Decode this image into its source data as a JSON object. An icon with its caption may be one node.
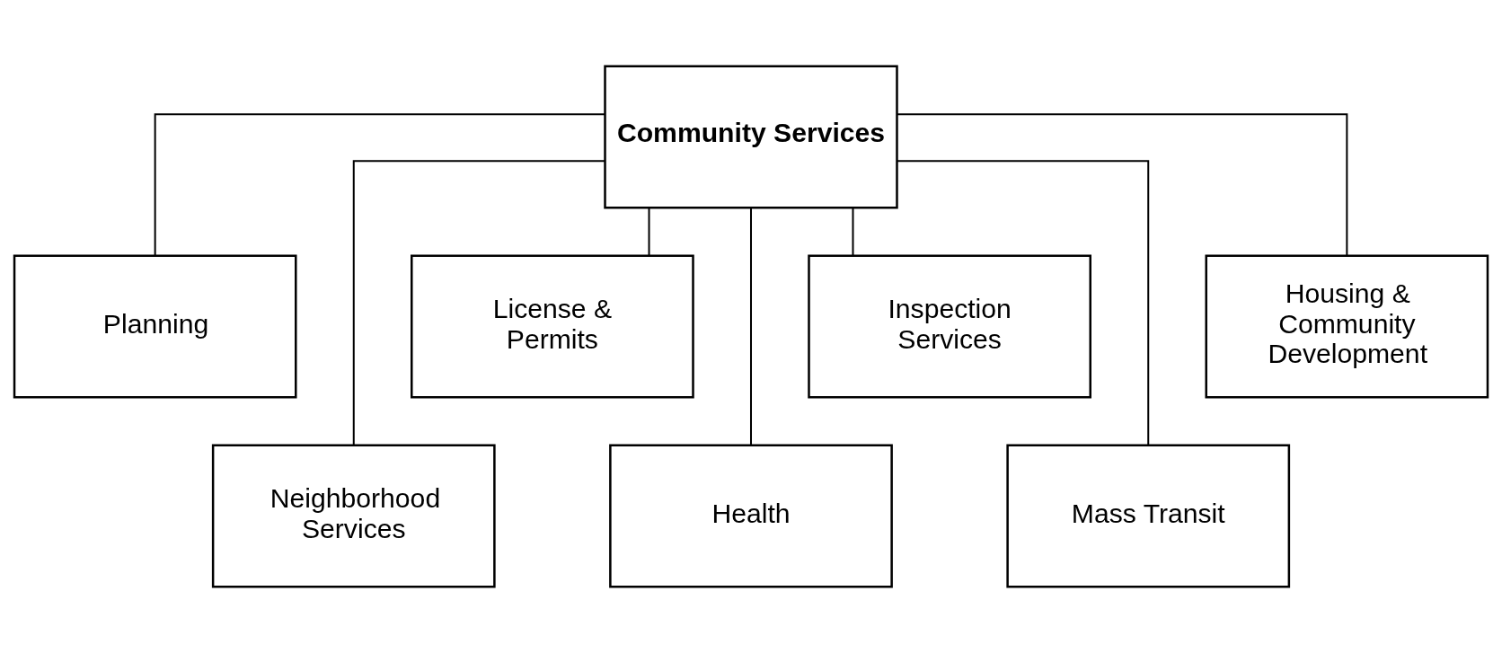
{
  "diagram": {
    "nodes": [
      {
        "text": [
          "Community Services"
        ]
      },
      {
        "text": [
          "Planning"
        ]
      },
      {
        "text": [
          "License & Permits"
        ]
      },
      {
        "text": [
          "Inspection Services"
        ]
      },
      {
        "text": [
          "Housing & Community Development"
        ]
      },
      {
        "text": [
          "Neighborhood Services"
        ]
      },
      {
        "text": [
          "Health"
        ]
      },
      {
        "text": [
          "Mass Transit"
        ]
      }
    ],
    "edges": [
      {
        "from": 0,
        "to": 1,
        "arrow": "none"
      },
      {
        "from": 0,
        "to": 5,
        "arrow": "none"
      },
      {
        "from": 0,
        "to": 2,
        "arrow": "none"
      },
      {
        "from": 0,
        "to": 6,
        "arrow": "none"
      },
      {
        "from": 0,
        "to": 3,
        "arrow": "none"
      },
      {
        "from": 0,
        "to": 7,
        "arrow": "none"
      },
      {
        "from": 0,
        "to": 4,
        "arrow": "none"
      }
    ]
  }
}
